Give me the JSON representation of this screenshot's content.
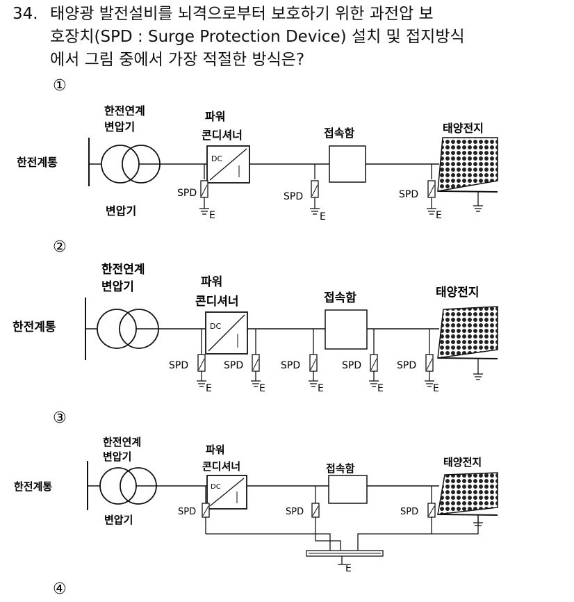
{
  "question": {
    "number": "34.",
    "lines": [
      "태양광 발전설비를 뇌격으로부터 보호하기 위한 과전압 보",
      "호장치(SPD : Surge Protection Device) 설치 및 접지방식",
      "에서 그림 중에서 가장 적절한 방식은?"
    ]
  },
  "options": [
    {
      "marker": "①",
      "labels": {
        "grid": "한전계통",
        "transformer_top": "한전연계\n변압기",
        "transformer_bottom": "변압기",
        "pcs": "파워\n콘디셔너",
        "junction": "접속함",
        "solar": "태양전지"
      },
      "spd_label": "SPD",
      "ground_label": "E"
    },
    {
      "marker": "②",
      "labels": {
        "grid": "한전계통",
        "transformer_top": "한전연계\n변압기",
        "pcs": "파워\n콘디셔너",
        "junction": "접속함",
        "solar": "태양전지"
      },
      "spd_label": "SPD",
      "ground_label": "E"
    },
    {
      "marker": "③",
      "labels": {
        "grid": "한전계통",
        "transformer_top": "한전연계\n변압기",
        "transformer_bottom": "변압기",
        "pcs": "파워\n콘디셔너",
        "junction": "접속함",
        "solar": "태양전지"
      },
      "spd_label": "SPD",
      "ground_label": "E"
    },
    {
      "marker": "④"
    }
  ]
}
